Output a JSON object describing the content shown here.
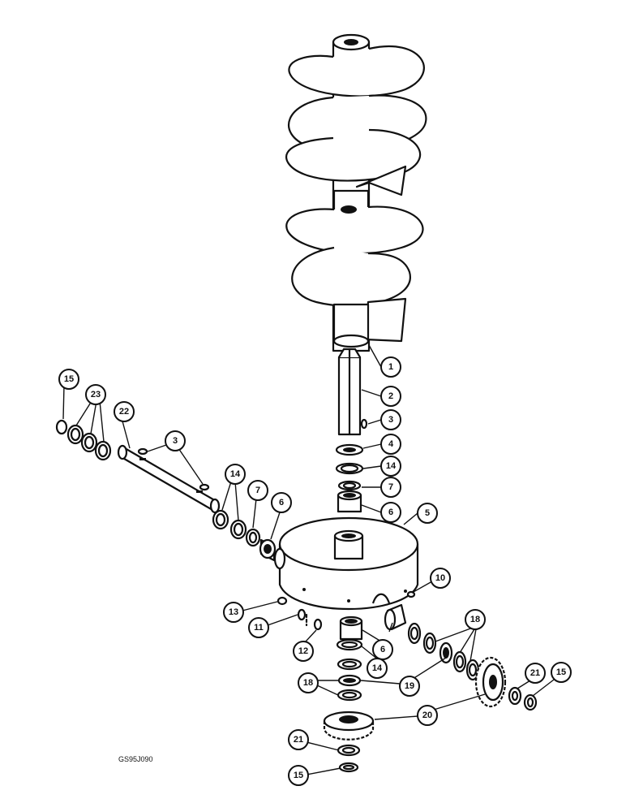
{
  "drawing_code": "GS95J090",
  "callouts": [
    "1",
    "2",
    "3",
    "4",
    "14",
    "7",
    "6",
    "5",
    "10",
    "15",
    "23",
    "22",
    "3",
    "14",
    "7",
    "6",
    "13",
    "11",
    "12",
    "6",
    "14",
    "18",
    "19",
    "18",
    "21",
    "15",
    "20",
    "21",
    "15"
  ]
}
